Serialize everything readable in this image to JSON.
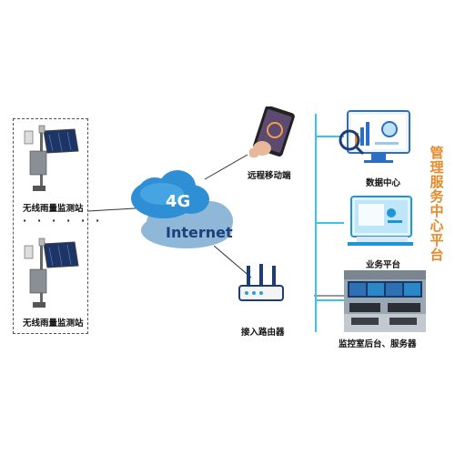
{
  "stations": [
    {
      "label": "无线雨量监测站"
    },
    {
      "label": "无线雨量监测站"
    }
  ],
  "dots": "· · · · · ·",
  "cloud": {
    "top_label": "4G",
    "bottom_label": "Internet"
  },
  "mobile": {
    "label": "远程移动端"
  },
  "router": {
    "label": "接入路由器"
  },
  "platform": {
    "title": "管理服务中心平台",
    "items": [
      {
        "label": "数据中心"
      },
      {
        "label": "业务平台"
      },
      {
        "label": "监控室后台、服务器"
      }
    ]
  },
  "colors": {
    "accent_line": "#3cc4e6",
    "title": "#e58a2b",
    "cloud": "#4fa3dc"
  }
}
